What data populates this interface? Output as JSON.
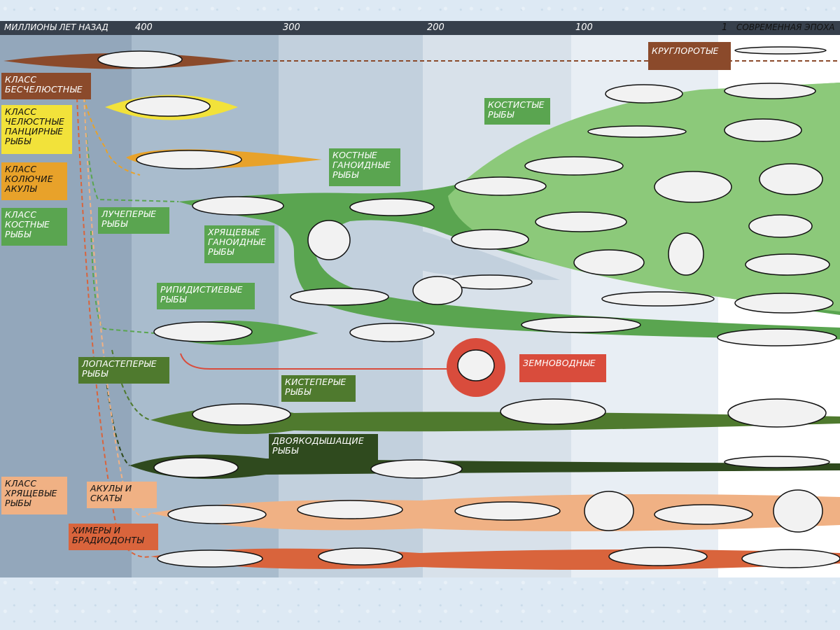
{
  "axis": {
    "title": "МИЛЛИОНЫ ЛЕТ НАЗАД",
    "ticks": [
      "400",
      "300",
      "200",
      "100",
      "1"
    ],
    "modern": "СОВРЕМЕННАЯ ЭПОХА"
  },
  "classes": {
    "jawless": "КЛАСС БЕСЧЕЛЮСТНЫЕ",
    "placoderms": "КЛАСС ЧЕЛЮСТНЫЕ ПАНЦИРНЫЕ РЫБЫ",
    "acanthodians": "КЛАСС КОЛЮЧИЕ АКУЛЫ",
    "bony": "КЛАСС КОСТНЫЕ РЫБЫ",
    "cartilaginous": "КЛАСС ХРЯЩЕВЫЕ РЫБЫ"
  },
  "groups": {
    "cyclostomes": "КРУГЛОРОТЫЕ",
    "teleosts": "КОСТИСТЫЕ РЫБЫ",
    "holosteans": "КОСТНЫЕ ГАНОИДНЫЕ РЫБЫ",
    "rayfinned": "ЛУЧЕПЕРЫЕ РЫБЫ",
    "chondrosteans": "ХРЯЩЕВЫЕ ГАНОИДНЫЕ РЫБЫ",
    "rhipidistians": "РИПИДИСТИЕВЫЕ РЫБЫ",
    "lobefinned": "ЛОПАСТЕПЕРЫЕ РЫБЫ",
    "amphibians": "ЗЕМНОВОДНЫЕ",
    "coelacanths": "КИСТЕПЕРЫЕ РЫБЫ",
    "lungfish": "ДВОЯКОДЫШАЩИЕ РЫБЫ",
    "sharks": "АКУЛЫ И СКАТЫ",
    "chimaeras": "ХИМЕРЫ И БРАДИОДОНТЫ"
  },
  "colors": {
    "jawless": "#8b4a2b",
    "placoderms": "#f2e23a",
    "acanthodians": "#e8a22a",
    "bony": "#5aa550",
    "teleost_light": "#8cc97a",
    "lobefin": "#4f7a2e",
    "lungfish": "#2f4a1e",
    "sharks": "#f0b184",
    "chimaeras": "#d9643c",
    "amphibians": "#d94c3c",
    "axis_bar": "#37404c"
  }
}
